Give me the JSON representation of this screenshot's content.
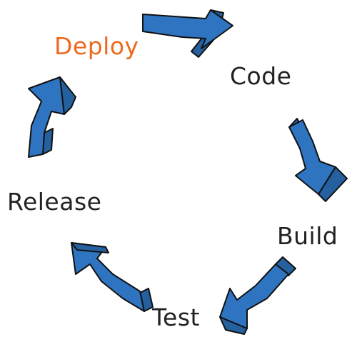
{
  "diagram": {
    "type": "cycle",
    "arrow_color": "#2f74c0",
    "outline_color": "#111111",
    "stages": [
      {
        "id": "deploy",
        "label": "Deploy",
        "color": "#ec6a1f",
        "highlighted": true
      },
      {
        "id": "code",
        "label": "Code",
        "color": "#222222",
        "highlighted": false
      },
      {
        "id": "build",
        "label": "Build",
        "color": "#222222",
        "highlighted": false
      },
      {
        "id": "test",
        "label": "Test",
        "color": "#222222",
        "highlighted": false
      },
      {
        "id": "release",
        "label": "Release",
        "color": "#222222",
        "highlighted": false
      }
    ],
    "arrows": [
      {
        "from": "deploy",
        "to": "code"
      },
      {
        "from": "code",
        "to": "build"
      },
      {
        "from": "build",
        "to": "test"
      },
      {
        "from": "test",
        "to": "release"
      },
      {
        "from": "release",
        "to": "deploy"
      }
    ]
  }
}
